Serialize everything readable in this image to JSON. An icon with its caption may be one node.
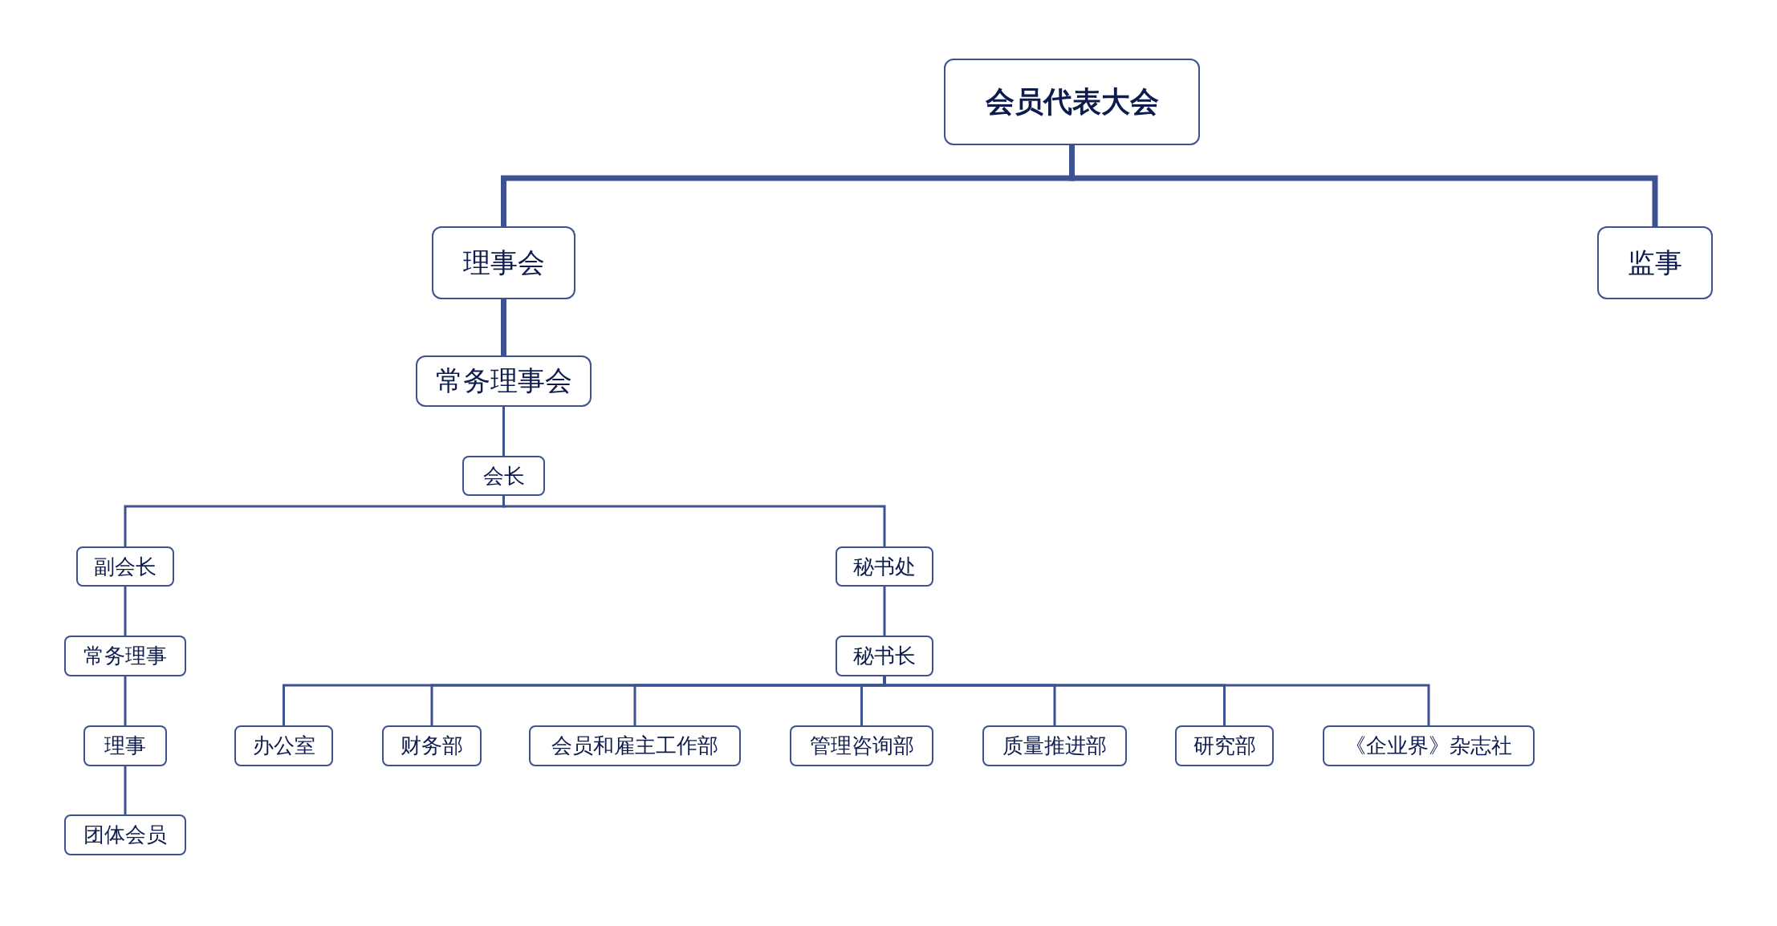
{
  "diagram": {
    "nodes": [
      {
        "text": [
          "会员代表大会"
        ]
      },
      {
        "text": [
          "理事会"
        ]
      },
      {
        "text": [
          "监事"
        ]
      },
      {
        "text": [
          "常务理事会"
        ]
      },
      {
        "text": [
          "会长"
        ]
      },
      {
        "text": [
          "副会长"
        ]
      },
      {
        "text": [
          "秘书处"
        ]
      },
      {
        "text": [
          "常务理事"
        ]
      },
      {
        "text": [
          "秘书长"
        ]
      },
      {
        "text": [
          "理事"
        ]
      },
      {
        "text": [
          "办公室"
        ]
      },
      {
        "text": [
          "财务部"
        ]
      },
      {
        "text": [
          "会员和雇主工作部"
        ]
      },
      {
        "text": [
          "管理咨询部"
        ]
      },
      {
        "text": [
          "质量推进部"
        ]
      },
      {
        "text": [
          "研究部"
        ]
      },
      {
        "text": [
          "《企业界》杂志社"
        ]
      },
      {
        "text": [
          "团体会员"
        ]
      }
    ],
    "edges": [
      {
        "from": 0,
        "to": 1,
        "arrow": "none",
        "style": "thick"
      },
      {
        "from": 0,
        "to": 2,
        "arrow": "none",
        "style": "thick"
      },
      {
        "from": 1,
        "to": 3,
        "arrow": "none",
        "style": "thick"
      },
      {
        "from": 3,
        "to": 4,
        "arrow": "none"
      },
      {
        "from": 4,
        "to": 5,
        "arrow": "none"
      },
      {
        "from": 4,
        "to": 6,
        "arrow": "none"
      },
      {
        "from": 5,
        "to": 7,
        "arrow": "none"
      },
      {
        "from": 6,
        "to": 8,
        "arrow": "none"
      },
      {
        "from": 7,
        "to": 9,
        "arrow": "none"
      },
      {
        "from": 8,
        "to": 10,
        "arrow": "none"
      },
      {
        "from": 8,
        "to": 11,
        "arrow": "none"
      },
      {
        "from": 8,
        "to": 12,
        "arrow": "none"
      },
      {
        "from": 8,
        "to": 13,
        "arrow": "none"
      },
      {
        "from": 8,
        "to": 14,
        "arrow": "none"
      },
      {
        "from": 8,
        "to": 15,
        "arrow": "none"
      },
      {
        "from": 8,
        "to": 16,
        "arrow": "none"
      },
      {
        "from": 9,
        "to": 17,
        "arrow": "none"
      }
    ]
  }
}
